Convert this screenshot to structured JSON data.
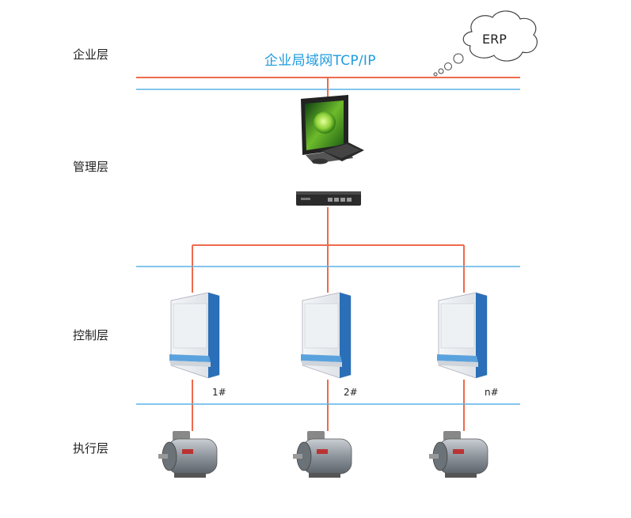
{
  "layers": {
    "enterprise": "企业层",
    "management": "管理层",
    "control": "控制层",
    "execution": "执行层"
  },
  "network_label": "企业局域网TCP/IP",
  "erp_label": "ERP",
  "units": [
    {
      "label": "1#"
    },
    {
      "label": "2#"
    },
    {
      "label": "n#"
    }
  ],
  "colors": {
    "red_bus": "#ef6a4c",
    "blue_bus": "#5ab4e8",
    "label_blue": "#1e9be0"
  }
}
